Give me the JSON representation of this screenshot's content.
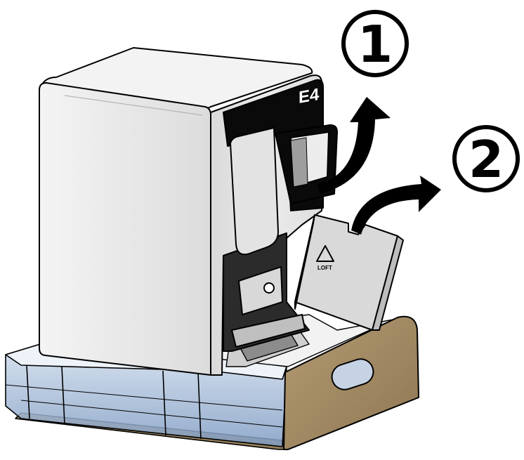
{
  "steps": [
    {
      "number": "1",
      "action": "remove-front-cover"
    },
    {
      "number": "2",
      "action": "remove-packing-insert"
    }
  ],
  "machine": {
    "brand_label": "E4",
    "insert_badge": "LOFT"
  },
  "colors": {
    "outline": "#000000",
    "body_grey": "#e8e8e8",
    "panel_black": "#0a0a0a",
    "cardboard": "#a28a66",
    "tray_blue": "#a9c1dc"
  },
  "icons": [
    "curved-arrow-icon",
    "curved-arrow-icon"
  ]
}
